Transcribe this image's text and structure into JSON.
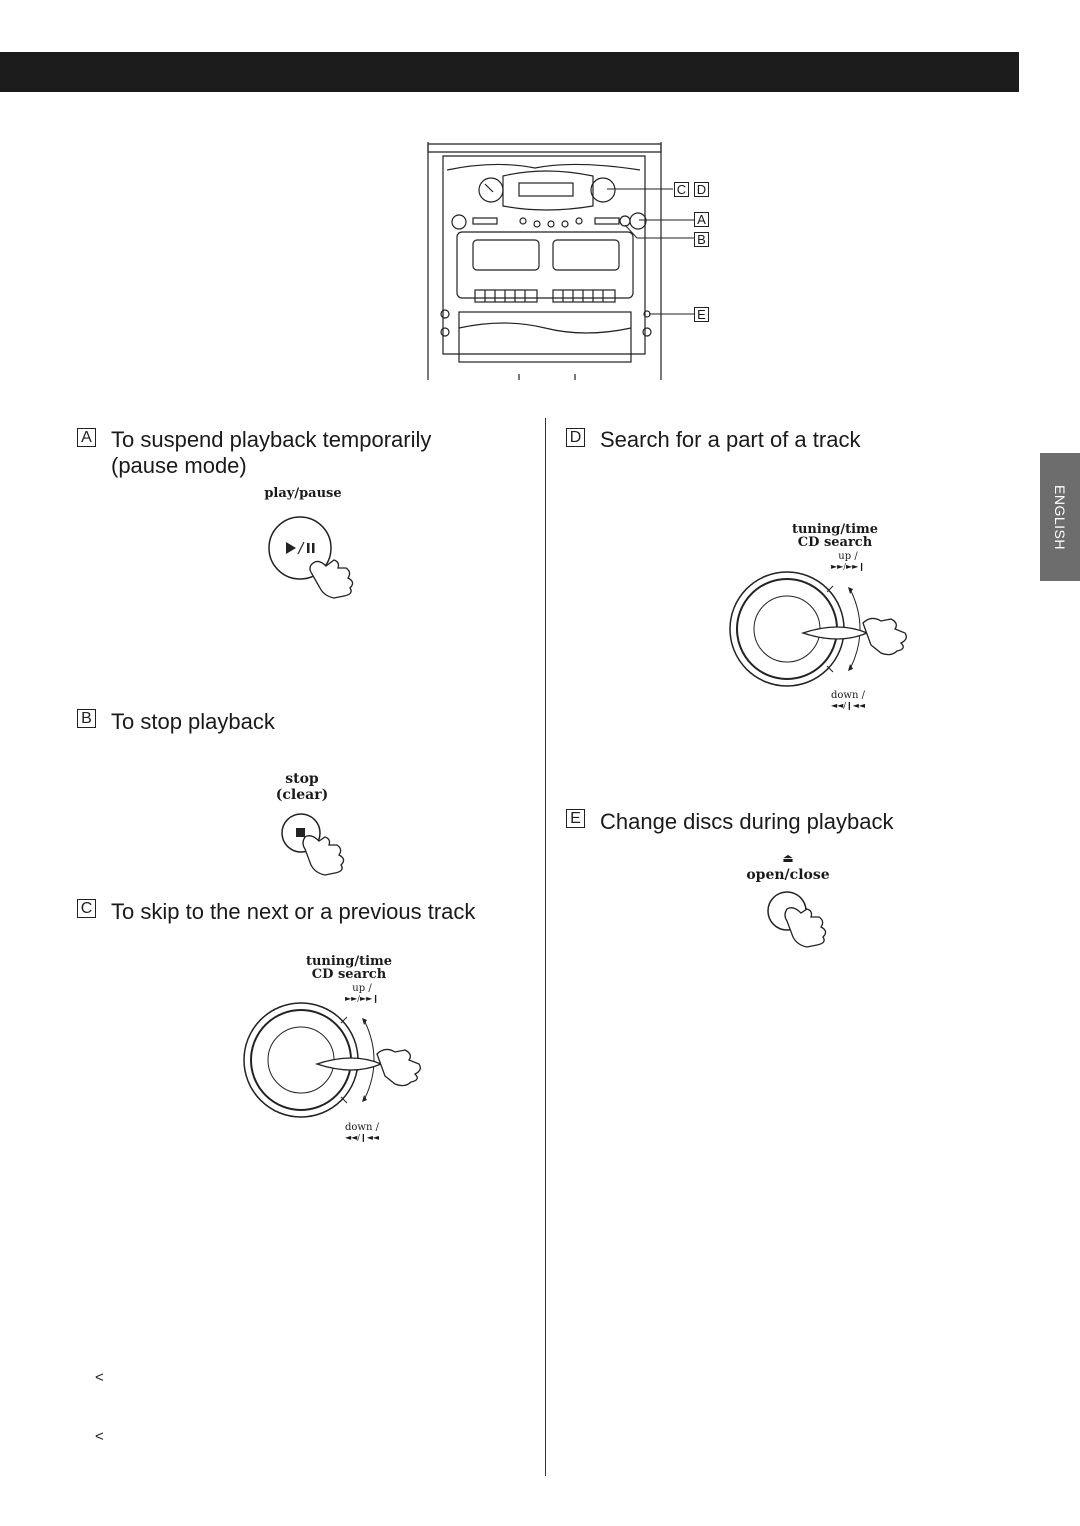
{
  "sidebar_tab": "ENGLISH",
  "device_callouts": [
    "C",
    "D",
    "A",
    "B",
    "E"
  ],
  "sections": {
    "A": {
      "letter": "A",
      "lines": [
        "To suspend playback temporarily",
        "(pause mode)"
      ],
      "button_label": "play/pause",
      "button_symbol": "►/❙❙"
    },
    "B": {
      "letter": "B",
      "lines": [
        "To stop playback"
      ],
      "button_label_1": "stop",
      "button_label_2": "(clear)"
    },
    "C": {
      "letter": "C",
      "lines": [
        "To skip to the next or a previous track"
      ],
      "knob_label_1": "tuning/time",
      "knob_label_2": "CD search",
      "up_label": "up /",
      "up_symbol": "►►/►►❙",
      "down_label": "down /",
      "down_symbol": "◄◄/❙◄◄"
    },
    "D": {
      "letter": "D",
      "lines": [
        "Search for a part of a track"
      ],
      "knob_label_1": "tuning/time",
      "knob_label_2": "CD search",
      "up_label": "up /",
      "up_symbol": "►►/►►❙",
      "down_label": "down /",
      "down_symbol": "◄◄/❙◄◄"
    },
    "E": {
      "letter": "E",
      "lines": [
        "Change discs during playback"
      ],
      "eject_symbol": "⏏",
      "button_label": "open/close"
    }
  },
  "notes": [
    "<",
    "<"
  ]
}
